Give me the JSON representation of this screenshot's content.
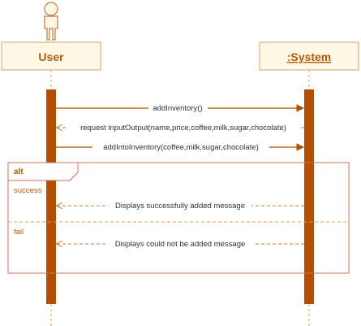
{
  "participants": {
    "user": {
      "label": "User"
    },
    "system": {
      "label": ":System"
    }
  },
  "messages": {
    "m1": "addInventory()",
    "m2": "request inputOutput(name,price,coffee,milk,sugar,chocolate)",
    "m3": "addIntoInventory(coffee,milk,sugar,chocolate)",
    "m4": "Displays successfully added message",
    "m5": "Displays could not be added message"
  },
  "fragment": {
    "operator": "alt",
    "guard_success": "success",
    "guard_fail": "fail"
  },
  "colors": {
    "stroke": "#d8a060",
    "fill": "#fff8e8",
    "activation": "#b34f00",
    "text_accent": "#b35a00"
  }
}
